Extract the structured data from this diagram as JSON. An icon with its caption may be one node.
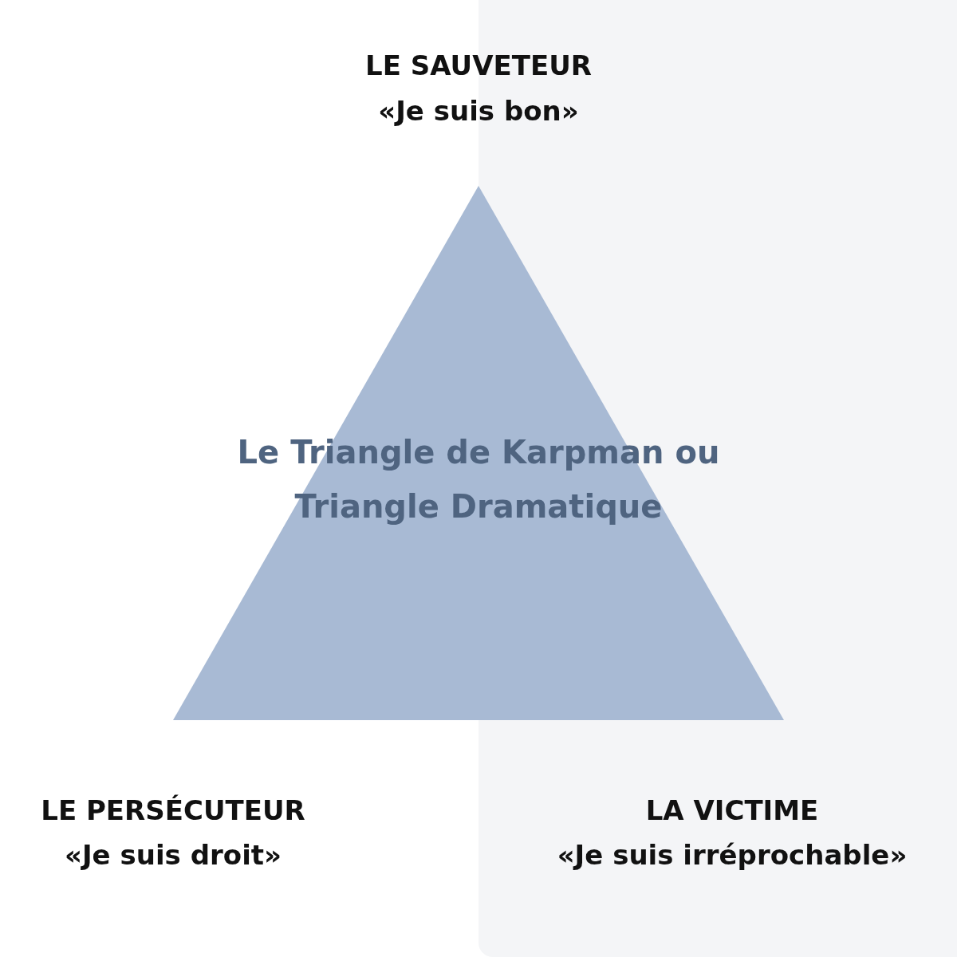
{
  "diagram": {
    "nodes": [
      {
        "text": [
          "Le Triangle de Karpman ou Triangle Dramatique"
        ]
      }
    ],
    "labels": [
      "LE SAUVETEUR",
      "«Je suis bon»",
      "LE PERSÉCUTEUR",
      "«Je suis droit»",
      "LA VICTIME",
      "«Je suis irréprochable»"
    ]
  }
}
